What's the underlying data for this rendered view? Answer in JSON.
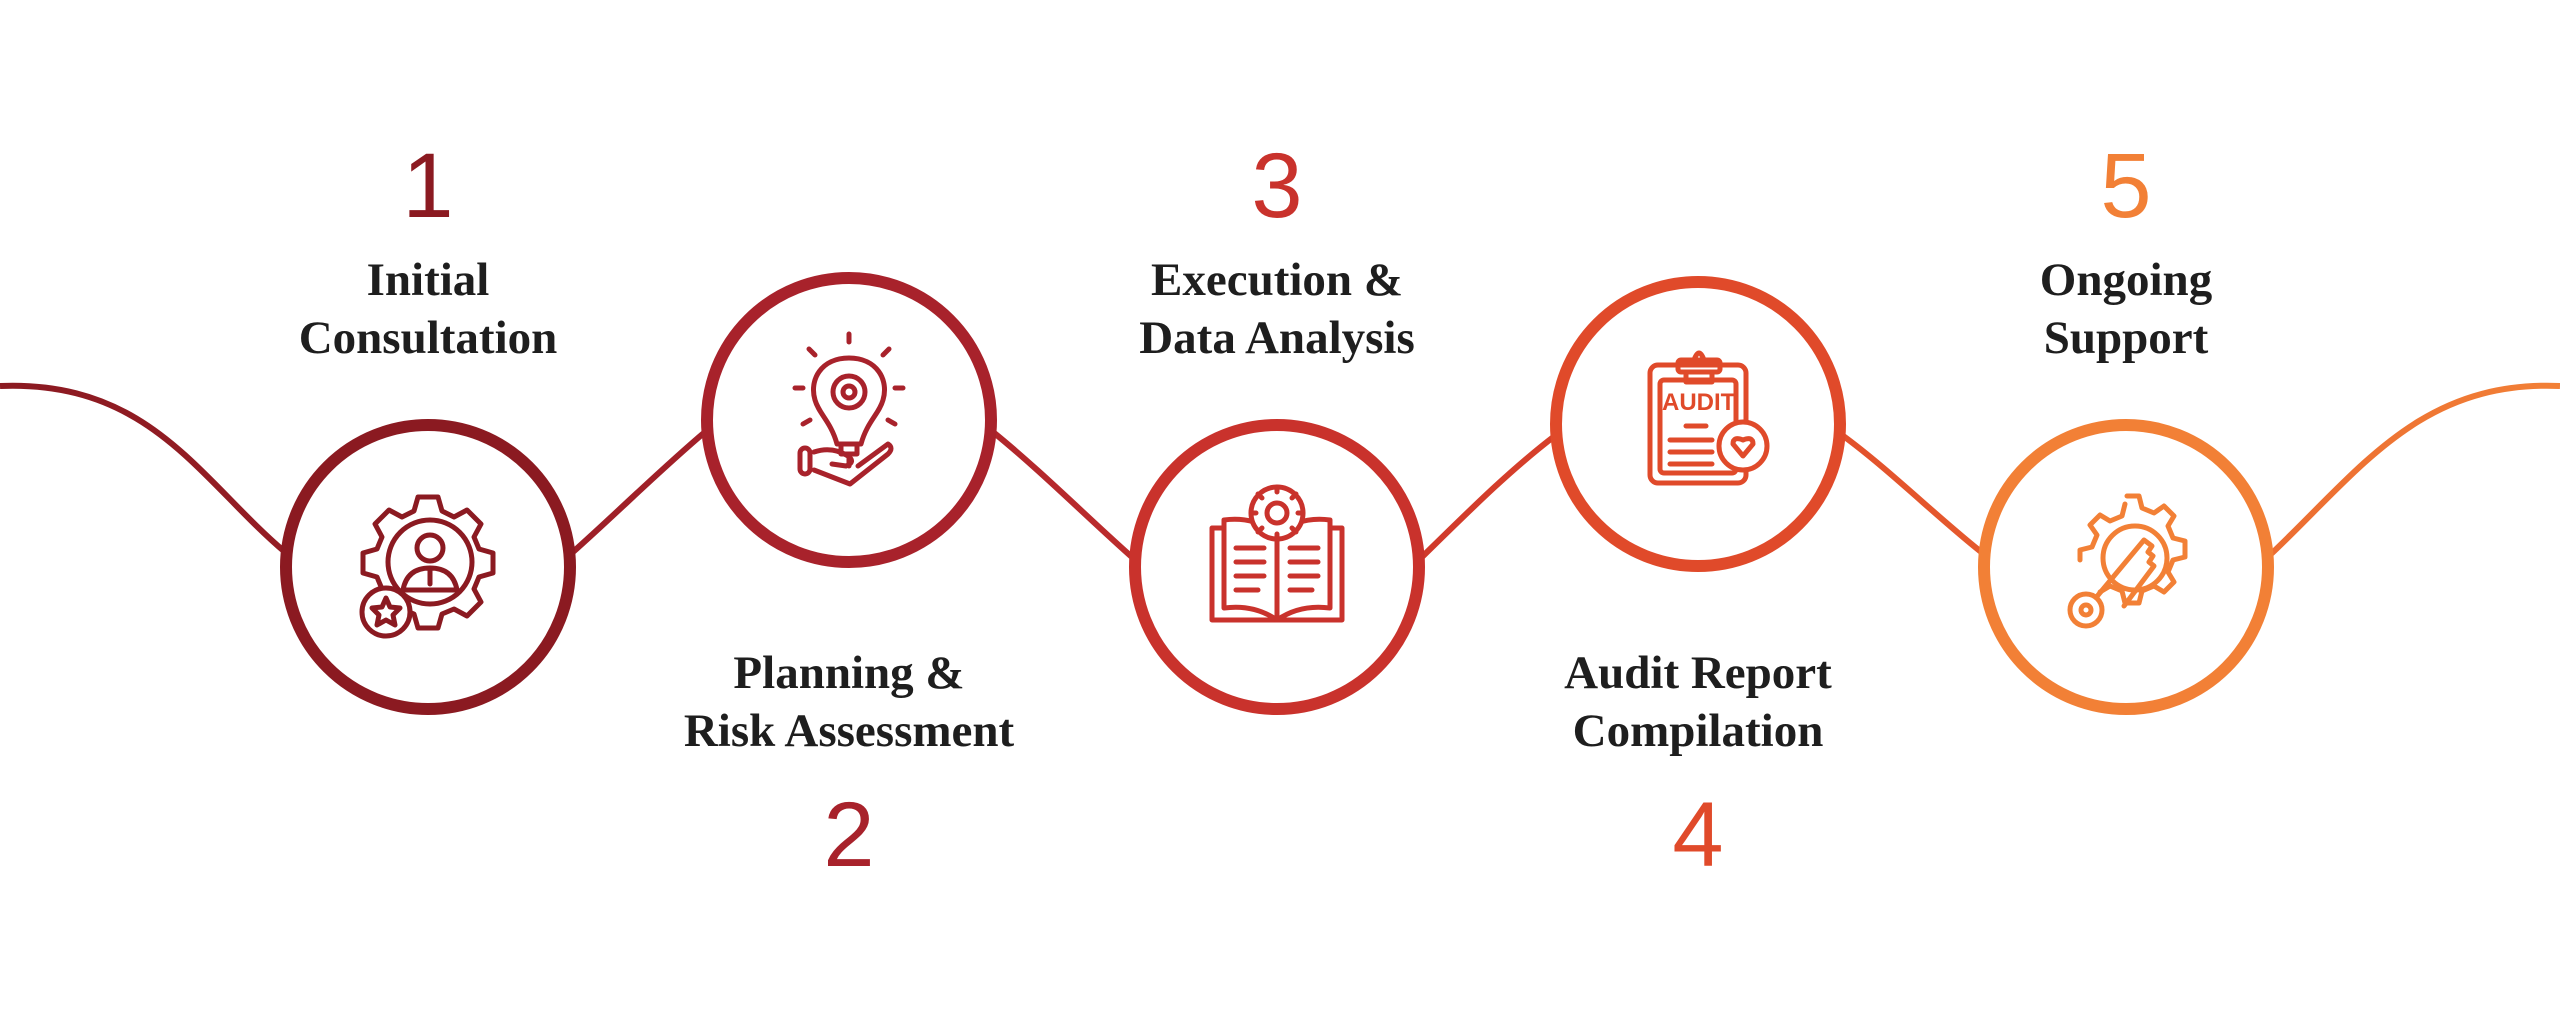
{
  "colors": {
    "step1": "#8B1A21",
    "step2": "#A8222B",
    "step3": "#C9322C",
    "step4": "#E04A2A",
    "step5": "#F28036",
    "text": "#1e1e1e"
  },
  "steps": [
    {
      "number": "1",
      "title_line1": "Initial",
      "title_line2": "Consultation",
      "icon": "gear-person-star-icon"
    },
    {
      "number": "2",
      "title_line1": "Planning &",
      "title_line2": "Risk Assessment",
      "icon": "lightbulb-gear-hand-icon"
    },
    {
      "number": "3",
      "title_line1": "Execution &",
      "title_line2": "Data Analysis",
      "icon": "open-book-gear-icon"
    },
    {
      "number": "4",
      "title_line1": "Audit Report",
      "title_line2": "Compilation",
      "icon": "audit-clipboard-icon",
      "icon_text": "AUDIT"
    },
    {
      "number": "5",
      "title_line1": "Ongoing",
      "title_line2": "Support",
      "icon": "gear-key-icon"
    }
  ]
}
